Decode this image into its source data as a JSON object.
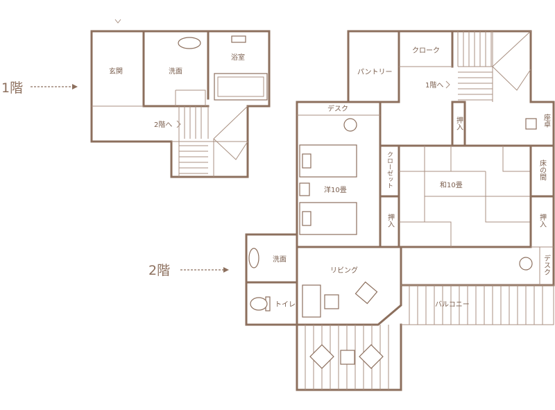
{
  "colors": {
    "wall": "#8c6f5d",
    "text": "#7a5e4d",
    "background": "#ffffff"
  },
  "floors": [
    {
      "label": "1階",
      "rooms": {
        "entrance": "玄関",
        "washroom": "洗面",
        "bathroom": "浴室",
        "stairs_up": "2階へ"
      }
    },
    {
      "label": "2階",
      "rooms": {
        "pantry": "パントリー",
        "cloak": "クローク",
        "stairs_down": "1階へ",
        "desk_western": "デスク",
        "western_room": "洋10畳",
        "closet": "クローゼット",
        "oshiire_upper": "押入",
        "zataku": "座卓",
        "japanese_room": "和10畳",
        "tokonoma": "床の間",
        "oshiire_left": "押入",
        "oshiire_right": "押入",
        "washroom": "洗面",
        "living": "リビング",
        "desk_japanese": "デスク",
        "toilet": "トイレ",
        "balcony": "バルコニー"
      }
    }
  ]
}
